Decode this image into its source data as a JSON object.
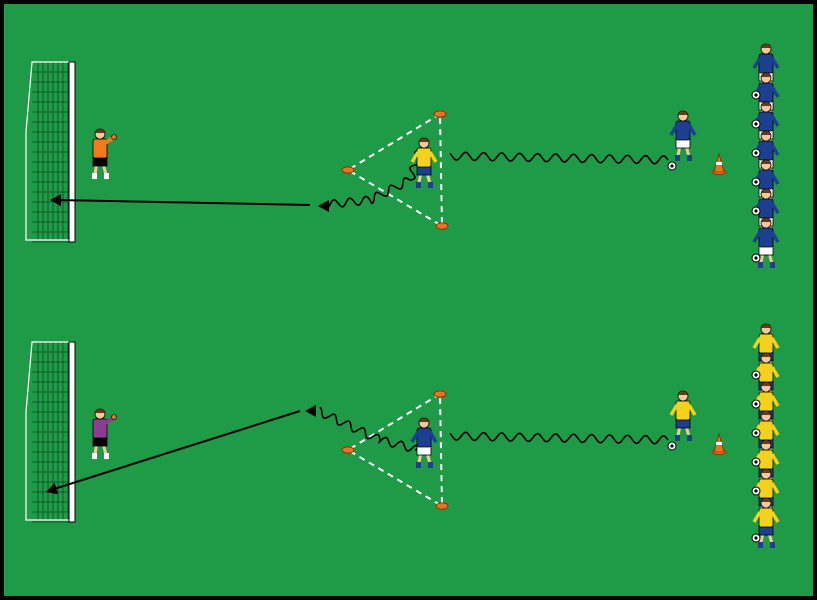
{
  "diagram": {
    "kind": "soccer drill",
    "colors": {
      "pitch": "#1f9a47",
      "border": "#000000",
      "cone": "#f07020",
      "blue_kit": "#1c3f8f",
      "yellow_bib": "#f2d21d",
      "keeper_top": "#f07a1c",
      "keeper_bottom": "#8c3d92",
      "line": "#000000",
      "dashed": "#ffffff"
    },
    "drills": [
      {
        "id": "top",
        "keeper_color": "keeper_top",
        "attacker_kit": "blue",
        "defender_kit": "yellow",
        "queue_kit": "blue",
        "queue_count": 7,
        "shot": "straight",
        "icons": [
          "goal-icon",
          "goalkeeper-icon",
          "cone-icon",
          "training-cone-icon",
          "dribble-path",
          "shot-arrow",
          "ball-icon"
        ]
      },
      {
        "id": "bottom",
        "keeper_color": "keeper_bottom",
        "attacker_kit": "yellow",
        "defender_kit": "blue",
        "queue_kit": "yellow",
        "queue_count": 7,
        "shot": "angled",
        "icons": [
          "goal-icon",
          "goalkeeper-icon",
          "cone-icon",
          "training-cone-icon",
          "dribble-path",
          "shot-arrow",
          "ball-icon"
        ]
      }
    ]
  }
}
